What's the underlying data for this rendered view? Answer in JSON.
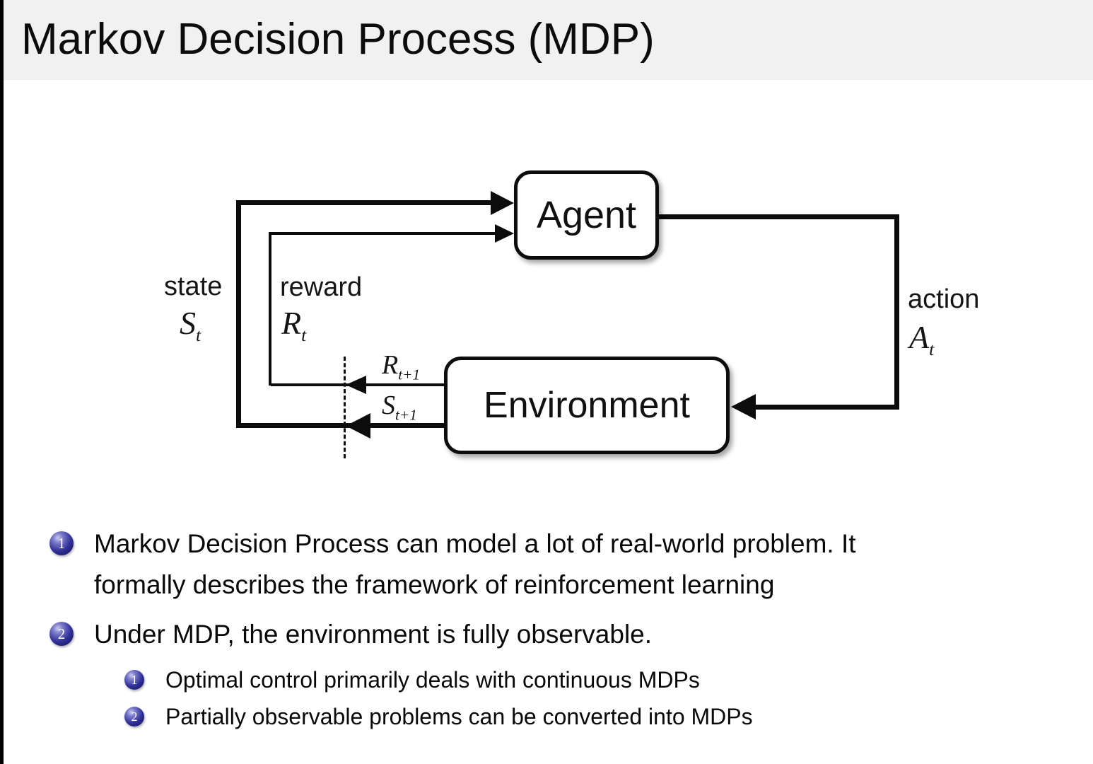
{
  "title": "Markov Decision Process (MDP)",
  "diagram": {
    "agent_label": "Agent",
    "environment_label": "Environment",
    "state": {
      "word": "state",
      "symbol": "S",
      "sub": "t"
    },
    "reward": {
      "word": "reward",
      "symbol": "R",
      "sub": "t"
    },
    "action": {
      "word": "action",
      "symbol": "A",
      "sub": "t"
    },
    "reward_next": {
      "symbol": "R",
      "sub": "t+1"
    },
    "state_next": {
      "symbol": "S",
      "sub": "t+1"
    }
  },
  "bullets": [
    {
      "marker": "1",
      "lines": [
        "Markov Decision Process can model a lot of real-world problem. It",
        "formally describes the framework of reinforcement learning"
      ]
    },
    {
      "marker": "2",
      "lines": [
        "Under MDP, the environment is fully observable."
      ]
    }
  ],
  "sub_bullets": [
    {
      "marker": "1",
      "text": "Optimal control primarily deals with continuous MDPs"
    },
    {
      "marker": "2",
      "text": "Partially observable problems can be converted into MDPs"
    }
  ],
  "colors": {
    "ball": "#28288f",
    "title_band": "#f1f1f1",
    "line": "#0c0c0c"
  }
}
